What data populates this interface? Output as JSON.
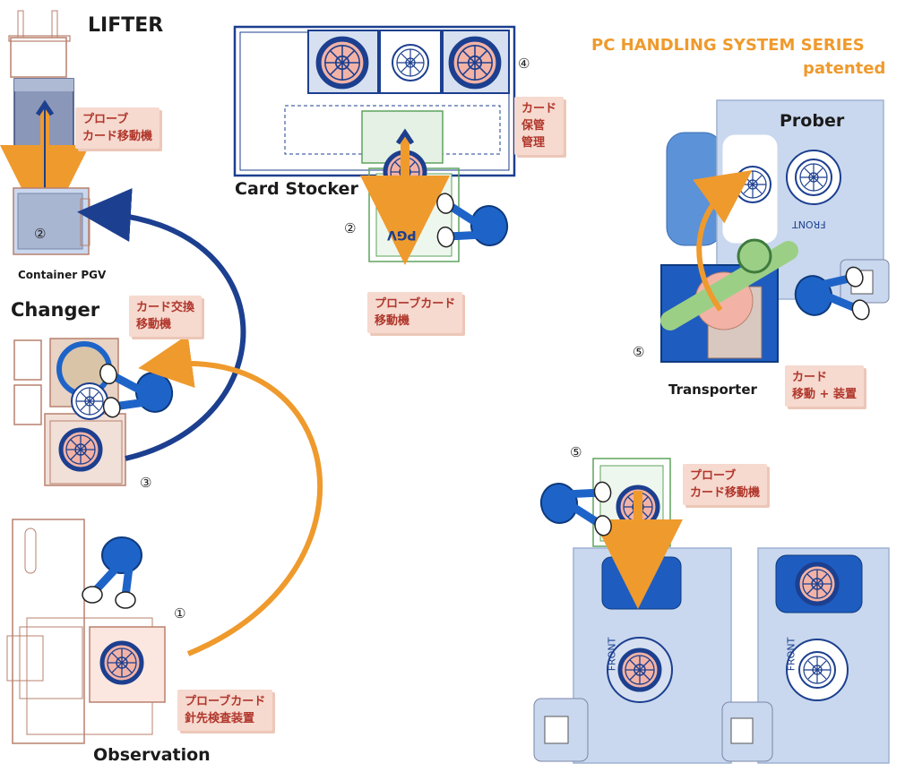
{
  "title": {
    "line1": "PC HANDLING SYSTEM SERIES",
    "line2": "patented"
  },
  "stations": {
    "lifter": "LIFTER",
    "container": "Container PGV",
    "changer": "Changer",
    "observation": "Observation",
    "card_stocker": "Card Stocker",
    "prober": "Prober",
    "transporter": "Transporter"
  },
  "tags": {
    "lifter_mover": [
      "プローブ",
      "カード移動機"
    ],
    "card_storage": [
      "カード",
      "保管",
      "管理"
    ],
    "stocker_mover": [
      "プローブカード",
      "移動機"
    ],
    "card_exchange": [
      "カード交換",
      "移動機"
    ],
    "needle_inspection": [
      "プローブカード",
      "針先検査装置"
    ],
    "card_move_mount": [
      "カード",
      "移動 + 装置"
    ],
    "bottom_mover": [
      "プローブ",
      "カード移動機"
    ]
  },
  "steps": {
    "s1": "①",
    "s2a": "②",
    "s2b": "②",
    "s3": "③",
    "s4": "④",
    "s5a": "⑤",
    "s5b": "⑤"
  },
  "misc": {
    "pgv": "PGV",
    "front": "FRONT"
  },
  "colors": {
    "navy": "#1c3f8f",
    "orange": "#ef9a2d",
    "light_blue": "#c9d8ee",
    "pink": "#f2b3a6",
    "tag_bg": "#f6d9cf",
    "tag_text": "#b0362b"
  }
}
